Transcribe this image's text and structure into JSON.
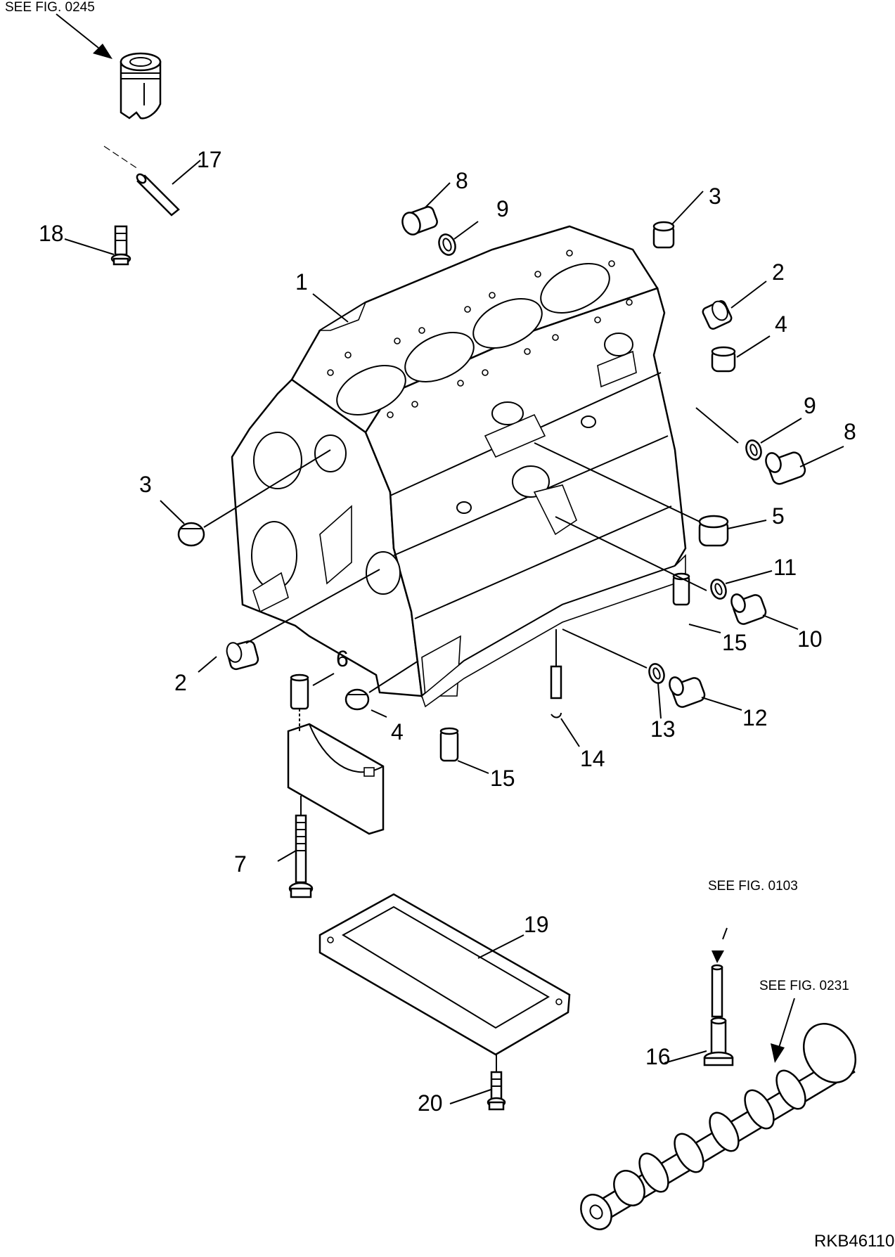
{
  "references": {
    "piston": "SEE FIG. 0245",
    "tappet": "SEE FIG. 0103",
    "camshaft": "SEE FIG. 0231"
  },
  "callouts": {
    "c1": "1",
    "c2a": "2",
    "c2b": "2",
    "c3a": "3",
    "c3b": "3",
    "c4a": "4",
    "c4b": "4",
    "c5": "5",
    "c6": "6",
    "c7": "7",
    "c8a": "8",
    "c8b": "8",
    "c9a": "9",
    "c9b": "9",
    "c10": "10",
    "c11": "11",
    "c12": "12",
    "c13": "13",
    "c14": "14",
    "c15a": "15",
    "c15b": "15",
    "c16": "16",
    "c17": "17",
    "c18": "18",
    "c19": "19",
    "c20": "20"
  },
  "drawing_code": "RKB46110"
}
